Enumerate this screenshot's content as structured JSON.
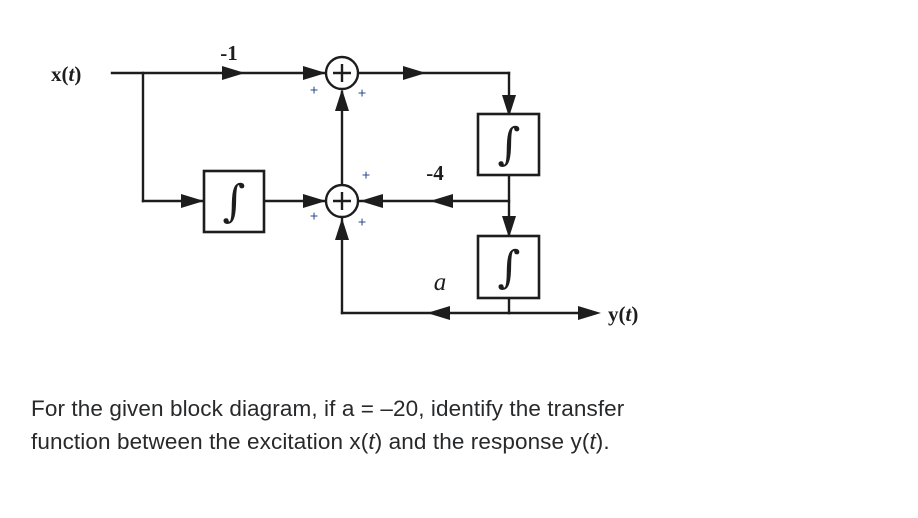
{
  "diagram": {
    "title_alt": "block diagram with two summers and three integrators",
    "input_label": {
      "fn": "x",
      "open": "(",
      "var": "t",
      "close": ")"
    },
    "output_label": {
      "fn": "y",
      "open": "(",
      "var": "t",
      "close": ")"
    },
    "gains": [
      {
        "name": "input-gain",
        "label": "-1",
        "value": -1
      },
      {
        "name": "inner-feedback-gain",
        "label": "-4",
        "value": -4
      },
      {
        "name": "outer-feedback-gain",
        "label": "a",
        "value": "a"
      }
    ],
    "blocks": [
      {
        "name": "integrator-left",
        "glyph": "∫"
      },
      {
        "name": "integrator-upper-right",
        "glyph": "∫"
      },
      {
        "name": "integrator-lower-right",
        "glyph": "∫"
      }
    ],
    "summers": [
      {
        "name": "summer-top",
        "symbol": "+",
        "signs": [
          {
            "position": "left-input",
            "sign": "+"
          },
          {
            "position": "bottom-input",
            "sign": "+"
          }
        ]
      },
      {
        "name": "summer-middle",
        "symbol": "+",
        "signs": [
          {
            "position": "top-input",
            "sign": "+"
          },
          {
            "position": "left-input",
            "sign": "+"
          },
          {
            "position": "bottom-input",
            "sign": "+"
          }
        ]
      }
    ]
  },
  "caption": {
    "line1_a": "For the given block diagram, if a = –20, identify the transfer",
    "line2_a": "function between the excitation x(",
    "line2_var1": "t",
    "line2_b": ") and the response y(",
    "line2_var2": "t",
    "line2_c": ")."
  },
  "colors": {
    "ink": "#1d1d1d",
    "text": "#28292b",
    "sign": "#2b4a8b",
    "background": "#ffffff"
  }
}
